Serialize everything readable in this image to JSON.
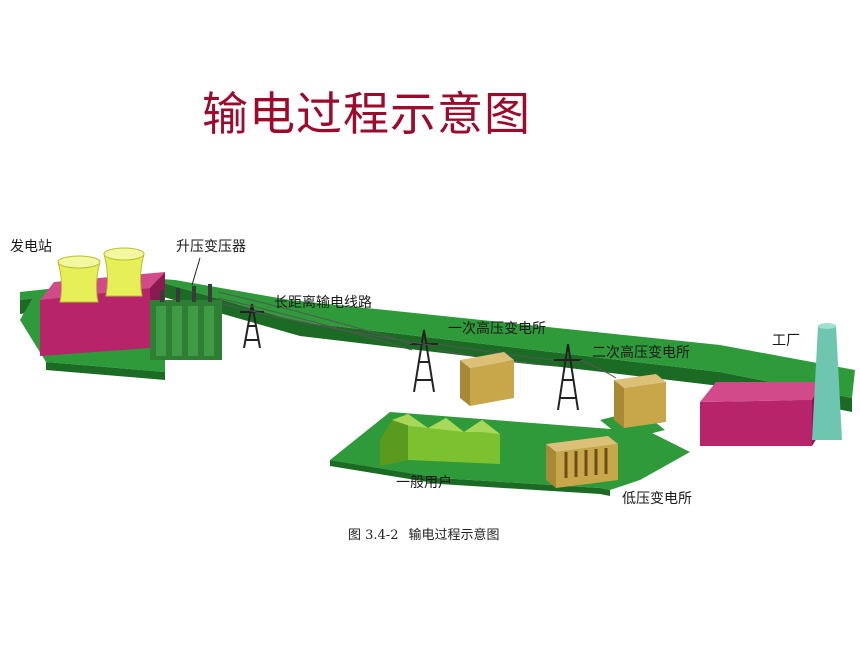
{
  "title": "输电过程示意图",
  "labels": {
    "power_plant": "发电站",
    "step_up_transformer": "升压变压器",
    "long_distance_line": "长距离输电线路",
    "primary_hv_substation": "一次高压变电所",
    "secondary_hv_substation": "二次高压变电所",
    "factory": "工厂",
    "households": "一般用户",
    "lv_substation": "低压变电所"
  },
  "caption": {
    "figure_number": "图 3.4-2",
    "text": "输电过程示意图"
  },
  "colors": {
    "title": "#9c0a2c",
    "ground": "#2f9a3a",
    "ground_side": "#1c6b25",
    "building": "#b8246a",
    "cooling_tower": "#e6ef58",
    "substation": "#c7a74a",
    "factory_chimney": "#6fc6b0"
  }
}
